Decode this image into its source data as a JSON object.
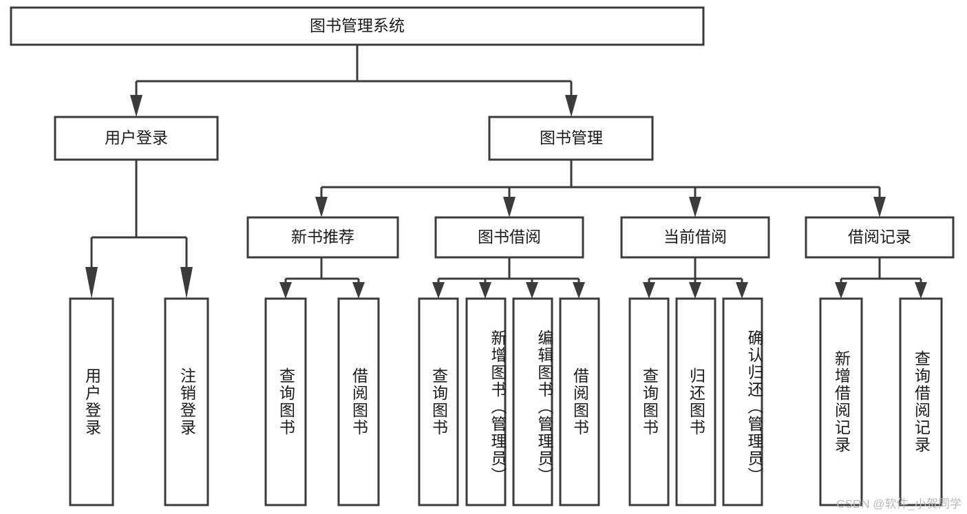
{
  "diagram": {
    "title": "图书管理系统",
    "type": "tree",
    "watermark": "CSDN @软件_小贺同学",
    "colors": {
      "box_stroke": "#3b3b3b",
      "box_fill": "#ffffff",
      "connector": "#3b3b3b",
      "text": "#1a1a1a",
      "watermark": "#b9b9b9",
      "background": "#ffffff"
    },
    "root": {
      "label": "图书管理系统",
      "orientation": "horizontal"
    },
    "level2": [
      {
        "label": "用户登录",
        "orientation": "horizontal"
      },
      {
        "label": "图书管理",
        "orientation": "horizontal"
      }
    ],
    "level3": [
      {
        "label": "新书推荐",
        "orientation": "horizontal"
      },
      {
        "label": "图书借阅",
        "orientation": "horizontal"
      },
      {
        "label": "当前借阅",
        "orientation": "horizontal"
      },
      {
        "label": "借阅记录",
        "orientation": "horizontal"
      }
    ],
    "leaves": {
      "user_login": [
        {
          "label": "用户登录",
          "orientation": "vertical"
        },
        {
          "label": "注销登录",
          "orientation": "vertical"
        }
      ],
      "new_book_recommend": [
        {
          "label": "查询图书",
          "orientation": "vertical"
        },
        {
          "label": "借阅图书",
          "orientation": "vertical"
        }
      ],
      "book_borrow": [
        {
          "label": "查询图书",
          "orientation": "vertical"
        },
        {
          "label": "新增图书（管理员）",
          "orientation": "vertical"
        },
        {
          "label": "编辑图书（管理员）",
          "orientation": "vertical"
        },
        {
          "label": "借阅图书",
          "orientation": "vertical"
        }
      ],
      "current_borrow": [
        {
          "label": "查询图书",
          "orientation": "vertical"
        },
        {
          "label": "归还图书",
          "orientation": "vertical"
        },
        {
          "label": "确认归还（管理员）",
          "orientation": "vertical"
        }
      ],
      "borrow_record": [
        {
          "label": "新增借阅记录",
          "orientation": "vertical"
        },
        {
          "label": "查询借阅记录",
          "orientation": "vertical"
        }
      ]
    }
  }
}
